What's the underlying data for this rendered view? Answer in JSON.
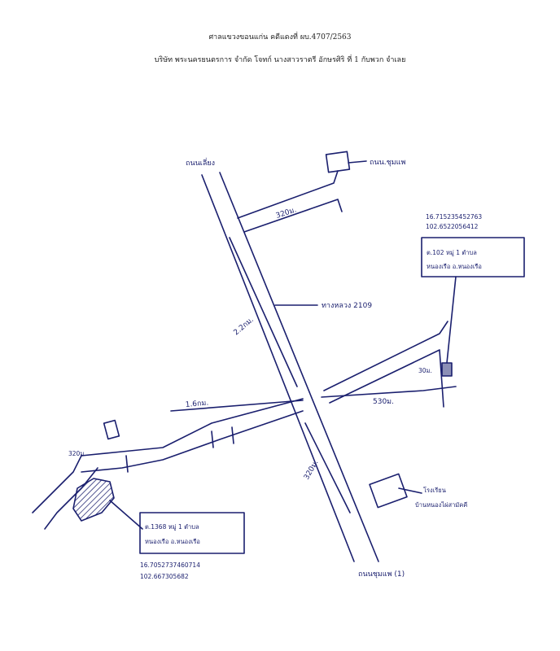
{
  "header": {
    "line1": "ศาลแขวงขอนแก่น คดีแดงที่ ผบ.4707/2563",
    "line2": "บริษัท พระนครยนตรการ จำกัด โจทก์ นางสาวราตรี อักษรศิริ ที่ 1 กับพวก จำเลย"
  },
  "map": {
    "north_road_label": "ถนนเลี่ยง",
    "top_box_label": "ถนน.ชุมแพ",
    "dist_top": "320ม.",
    "dist_left_diag": "2.2กม.",
    "highway_label": "ทางหลวง 2109",
    "coords_right": [
      "16.715235452763",
      "102.6522056412"
    ],
    "right_box_lines": [
      "ต.102 หมู่ 1 ตำบล",
      "หนองเรือ อ.หนองเรือ"
    ],
    "dist_right_small": "30ม.",
    "dist_left_road": "1.6กม.",
    "dist_right_road": "530ม.",
    "dist_far_left": "320ม.",
    "dist_lower_diag": "320ม.",
    "school_label_lines": [
      "โรงเรียน",
      "บ้านหนองไผ่สามัคคี"
    ],
    "left_box_lines": [
      "ต.1368 หมู่ 1 ตำบล",
      "หนองเรือ อ.หนองเรือ"
    ],
    "coords_left": [
      "16.7052737460714",
      "102.667305682"
    ],
    "south_road_label": "ถนนชุมแพ (1)"
  }
}
